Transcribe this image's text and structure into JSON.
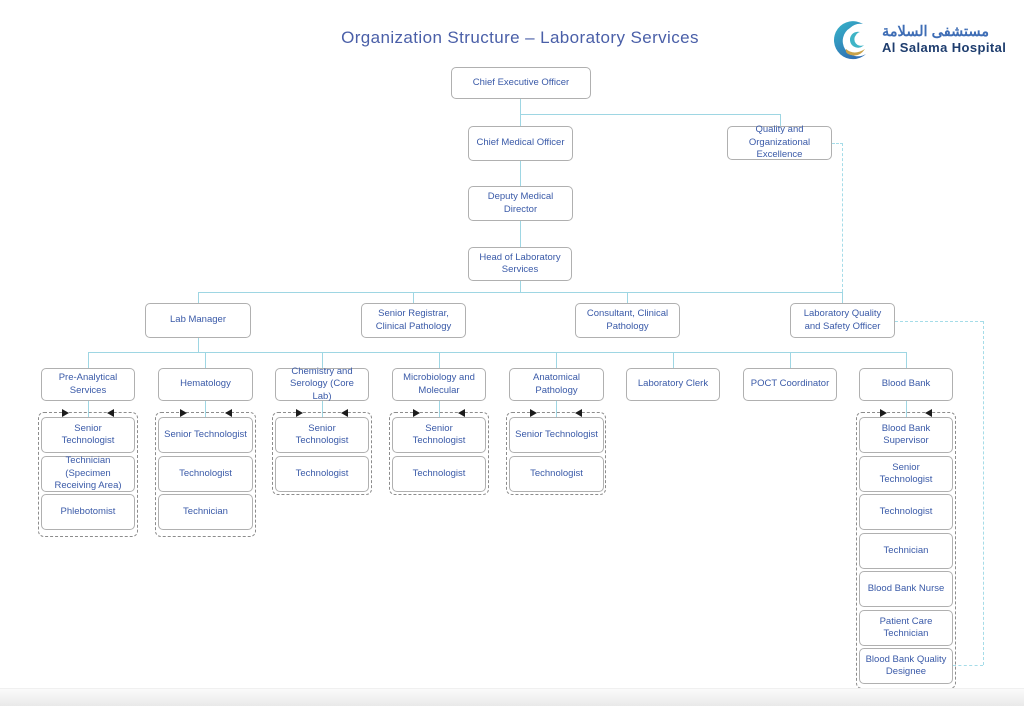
{
  "title": "Organization Structure – Laboratory Services",
  "logo": {
    "arabic": "مستشفى السلامة",
    "english": "Al Salama Hospital"
  },
  "colors": {
    "connector_teal": "#9ed6e3",
    "box_text_blue": "#3a5aa8",
    "title_blue": "#4a5fa8",
    "logo_navy": "#1e3d6e",
    "box_border_gray": "#b0b0b0"
  },
  "nodes": {
    "ceo": "Chief Executive Officer",
    "cmo": "Chief Medical Officer",
    "quality_org_excellence": "Quality and Organizational Excellence",
    "deputy_medical_director": "Deputy Medical Director",
    "head_lab_services": "Head of Laboratory Services",
    "lab_manager": "Lab Manager",
    "senior_registrar": "Senior Registrar, Clinical Pathology",
    "consultant": "Consultant, Clinical Pathology",
    "lab_quality_safety_officer": "Laboratory Quality and Safety Officer"
  },
  "departments": {
    "preanalytical": "Pre-Analytical Services",
    "hematology": "Hematology",
    "chemistry": "Chemistry and Serology (Core Lab)",
    "microbiology": "Microbiology and Molecular",
    "anatomical": "Anatomical Pathology",
    "lab_clerk": "Laboratory Clerk",
    "poct": "POCT Coordinator",
    "blood_bank": "Blood Bank"
  },
  "teams": {
    "preanalytical": [
      "Senior Technologist",
      "Technician (Specimen Receiving Area)",
      "Phlebotomist"
    ],
    "hematology": [
      "Senior Technologist",
      "Technologist",
      "Technician"
    ],
    "chemistry": [
      "Senior Technologist",
      "Technologist"
    ],
    "microbiology": [
      "Senior Technologist",
      "Technologist"
    ],
    "anatomical": [
      "Senior Technologist",
      "Technologist"
    ],
    "blood_bank": [
      "Blood Bank Supervisor",
      "Senior Technologist",
      "Technologist",
      "Technician",
      "Blood Bank Nurse",
      "Patient Care Technician",
      "Blood Bank Quality Designee"
    ]
  }
}
